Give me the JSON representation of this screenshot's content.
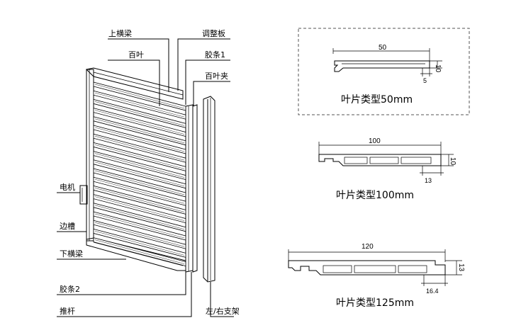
{
  "labels": {
    "top_beam": "上横梁",
    "louver": "百叶",
    "adjust_plate": "调整板",
    "strip1": "胶条1",
    "louver_clip": "百叶夹",
    "motor": "电机",
    "side_groove": "边槽",
    "bottom_beam": "下横梁",
    "strip2": "胶条2",
    "push_rod": "推杆",
    "side_bracket": "左/右支架"
  },
  "profiles": [
    {
      "caption": "叶片类型50mm",
      "width": "50",
      "height": "10",
      "offset": "5"
    },
    {
      "caption": "叶片类型100mm",
      "width": "100",
      "height": "10",
      "offset": "13"
    },
    {
      "caption": "叶片类型125mm",
      "width": "120",
      "height": "13",
      "offset": "16.4"
    }
  ]
}
